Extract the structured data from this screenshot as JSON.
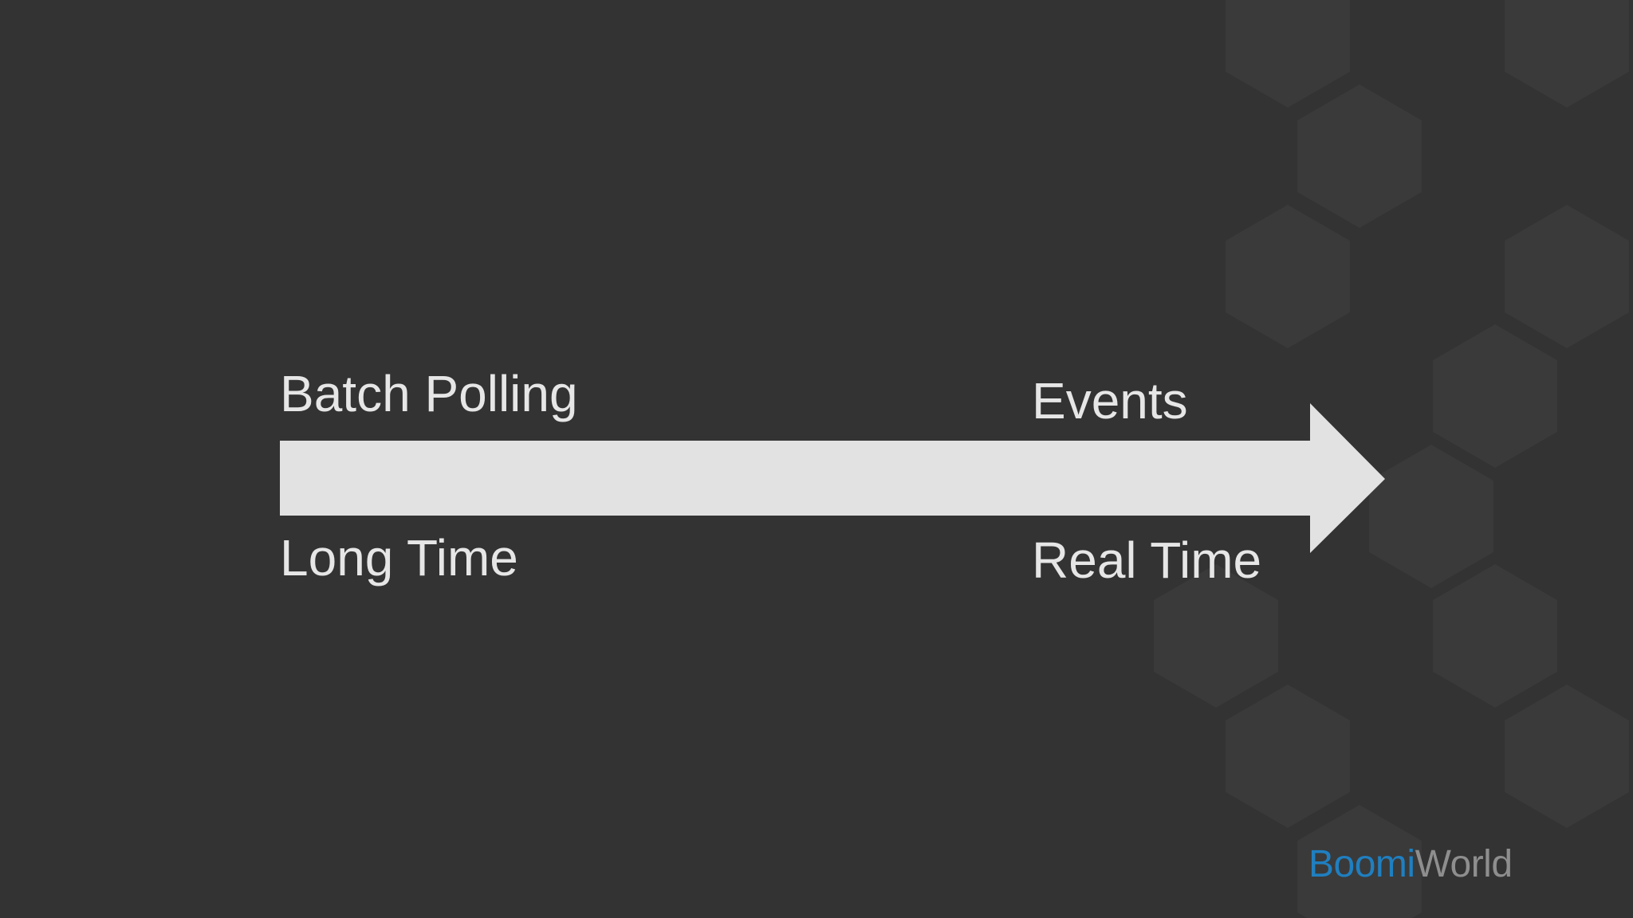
{
  "diagram": {
    "start_top": "Batch Polling",
    "start_bottom": "Long Time",
    "end_top": "Events",
    "end_bottom": "Real Time"
  },
  "logo": {
    "brand": "Boomi",
    "word": "World"
  },
  "colors": {
    "background": "#333333",
    "arrow": "#e2e2e2",
    "text": "#e6e6e6",
    "brand_blue": "#1f7fc0",
    "logo_gray": "#8e8e8e"
  }
}
